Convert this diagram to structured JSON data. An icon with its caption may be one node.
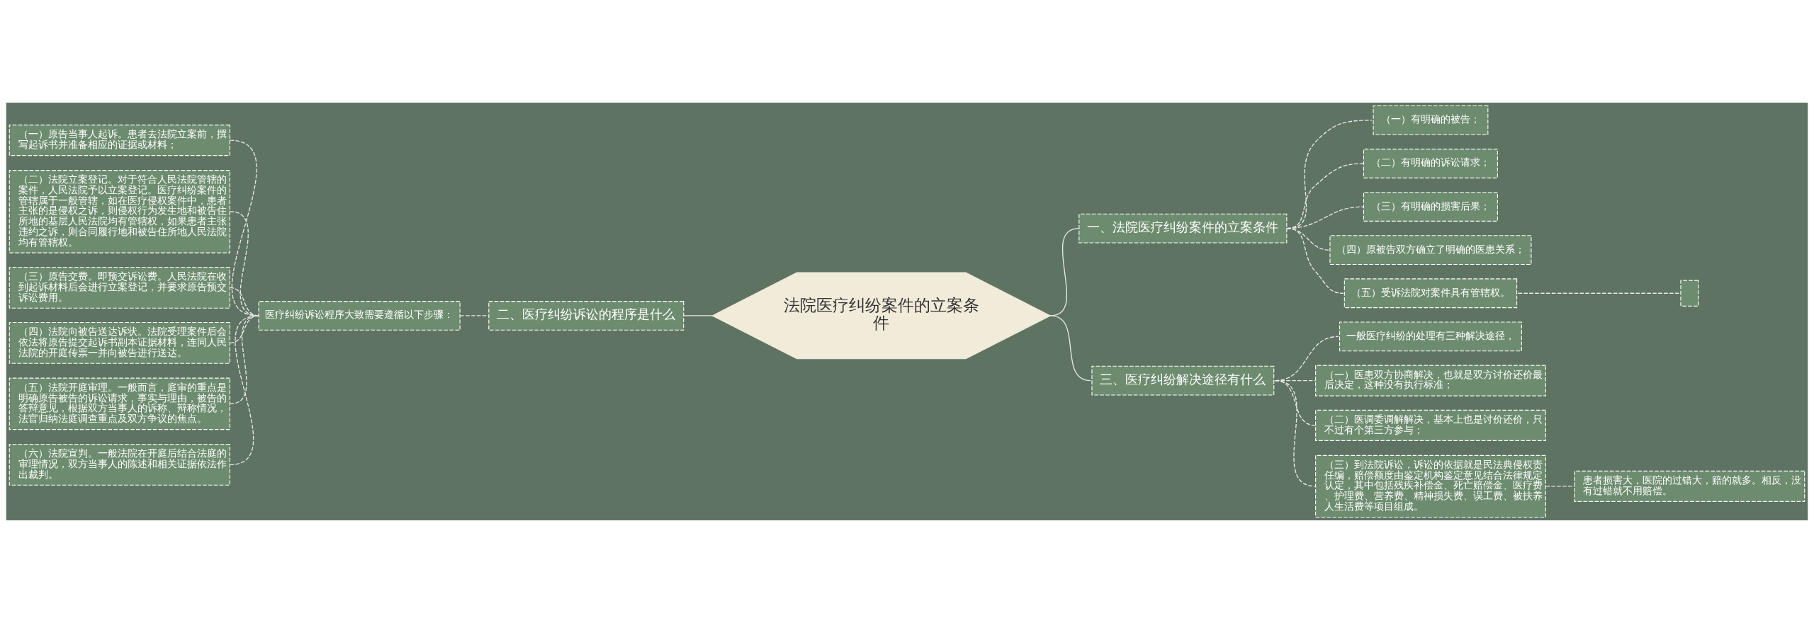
{
  "diagram": {
    "nodes": [
      {
        "text": [
          "法院医疗纠纷案件的立案条件"
        ]
      },
      {
        "text": [
          "一、法院医疗纠纷案件的立案条件"
        ]
      },
      {
        "text": [
          "（一）有明确的被告；"
        ]
      },
      {
        "text": [
          "（二）有明确的诉讼请求；"
        ]
      },
      {
        "text": [
          "（三）有明确的损害后果；"
        ]
      },
      {
        "text": [
          "（四）原被告双方确立了明确的医患关系；"
        ]
      },
      {
        "text": [
          "（五）受诉法院对案件具有管辖权。"
        ]
      },
      {
        "text": [],
        "shape": "box"
      },
      {
        "text": [
          "二、医疗纠纷诉讼的程序是什么"
        ]
      },
      {
        "text": [
          "医疗纠纷诉讼程序大致需要遵循以下步骤："
        ]
      },
      {
        "text": [
          "（一）原告当事人起诉。患者去法院立案前，撰写起诉书并准备相应的证据或材料；"
        ]
      },
      {
        "text": [
          "（二）法院立案登记。对于符合人民法院管辖的案件，人民法院予以立案登记。医疗纠纷案件的管辖属于一般管辖，如在医疗侵权案件中，患者主张的是侵权之诉，则侵权行为发生地和被告住所地的基层人民法院均有管辖权，如果患者主张违约之诉，则合同履行地和被告住所地人民法院均有管辖权。"
        ]
      },
      {
        "text": [
          "（三）原告交费。即预交诉讼费。人民法院在收到起诉材料后会进行立案登记，并要求原告预交诉讼费用。"
        ]
      },
      {
        "text": [
          "（四）法院向被告送达诉状。法院受理案件后会依法将原告提交起诉书副本证据材料，连同人民法院的开庭传票一并向被告进行送达。"
        ]
      },
      {
        "text": [
          "（五）法院开庭审理。一般而言，庭审的重点是明确原告被告的诉讼请求，事实与理由，被告的答辩意见，根据双方当事人的诉称、辩称情况，法官归纳法庭调查重点及双方争议的焦点。"
        ]
      },
      {
        "text": [
          "（六）法院宣判。一般法院在开庭后结合法庭的审理情况，双方当事人的陈述和相关证据依法作出裁判。"
        ]
      },
      {
        "text": [
          "三、医疗纠纷解决途径有什么"
        ]
      },
      {
        "text": [
          "一般医疗纠纷的处理有三种解决途径，"
        ]
      },
      {
        "text": [
          "（一）医患双方协商解决，也就是双方讨价还价最后决定，这种没有执行标准；"
        ]
      },
      {
        "text": [
          "（二）医调委调解解决，基本上也是讨价还价，只不过有个第三方参与；"
        ]
      },
      {
        "text": [
          "（三）到法院诉讼，诉讼的依据就是民法典侵权责任编，赔偿额度由鉴定机构鉴定意见结合法律规定认定，其中包括残疾补偿金、死亡赔偿金、医疗费、护理费、营养费、精神损失费、误工费、被扶养人生活费等项目组成。"
        ]
      },
      {
        "text": [
          "患者损害大，医院的过错大，赔的就多。相反，没有过错就不用赔偿。"
        ]
      }
    ],
    "edges": [
      {
        "from": 0,
        "to": 1,
        "arrow": "none"
      },
      {
        "from": 1,
        "to": 2,
        "arrow": "none",
        "style": "dashed"
      },
      {
        "from": 1,
        "to": 3,
        "arrow": "none",
        "style": "dashed"
      },
      {
        "from": 1,
        "to": 4,
        "arrow": "none",
        "style": "dashed"
      },
      {
        "from": 1,
        "to": 5,
        "arrow": "none",
        "style": "dashed"
      },
      {
        "from": 1,
        "to": 6,
        "arrow": "none",
        "style": "dashed"
      },
      {
        "from": 6,
        "to": 7,
        "arrow": "none",
        "style": "dashed"
      },
      {
        "from": 0,
        "to": 8,
        "arrow": "none"
      },
      {
        "from": 8,
        "to": 9,
        "arrow": "none",
        "style": "dashed"
      },
      {
        "from": 9,
        "to": 10,
        "arrow": "none",
        "style": "dashed"
      },
      {
        "from": 9,
        "to": 11,
        "arrow": "none",
        "style": "dashed"
      },
      {
        "from": 9,
        "to": 12,
        "arrow": "none",
        "style": "dashed"
      },
      {
        "from": 9,
        "to": 13,
        "arrow": "none",
        "style": "dashed"
      },
      {
        "from": 9,
        "to": 14,
        "arrow": "none",
        "style": "dashed"
      },
      {
        "from": 9,
        "to": 15,
        "arrow": "none",
        "style": "dashed"
      },
      {
        "from": 0,
        "to": 16,
        "arrow": "none"
      },
      {
        "from": 16,
        "to": 17,
        "arrow": "none",
        "style": "dashed"
      },
      {
        "from": 16,
        "to": 18,
        "arrow": "none",
        "style": "dashed"
      },
      {
        "from": 16,
        "to": 19,
        "arrow": "none",
        "style": "dashed"
      },
      {
        "from": 16,
        "to": 20,
        "arrow": "none",
        "style": "dashed"
      },
      {
        "from": 20,
        "to": 21,
        "arrow": "none",
        "style": "dashed"
      }
    ]
  }
}
